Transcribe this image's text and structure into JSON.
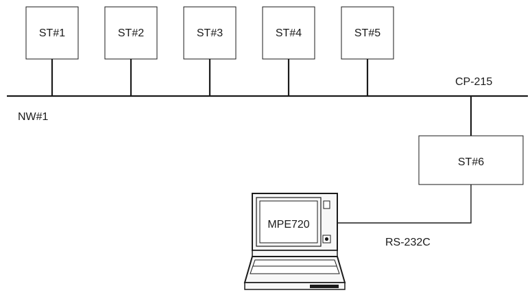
{
  "stations": [
    "ST#1",
    "ST#2",
    "ST#3",
    "ST#4",
    "ST#5"
  ],
  "network_label": "NW#1",
  "bus_label": "CP-215",
  "station6_label": "ST#6",
  "computer_label": "MPE720",
  "serial_label": "RS-232C",
  "colors": {
    "line": "#1a1a1a",
    "background": "#ffffff"
  }
}
